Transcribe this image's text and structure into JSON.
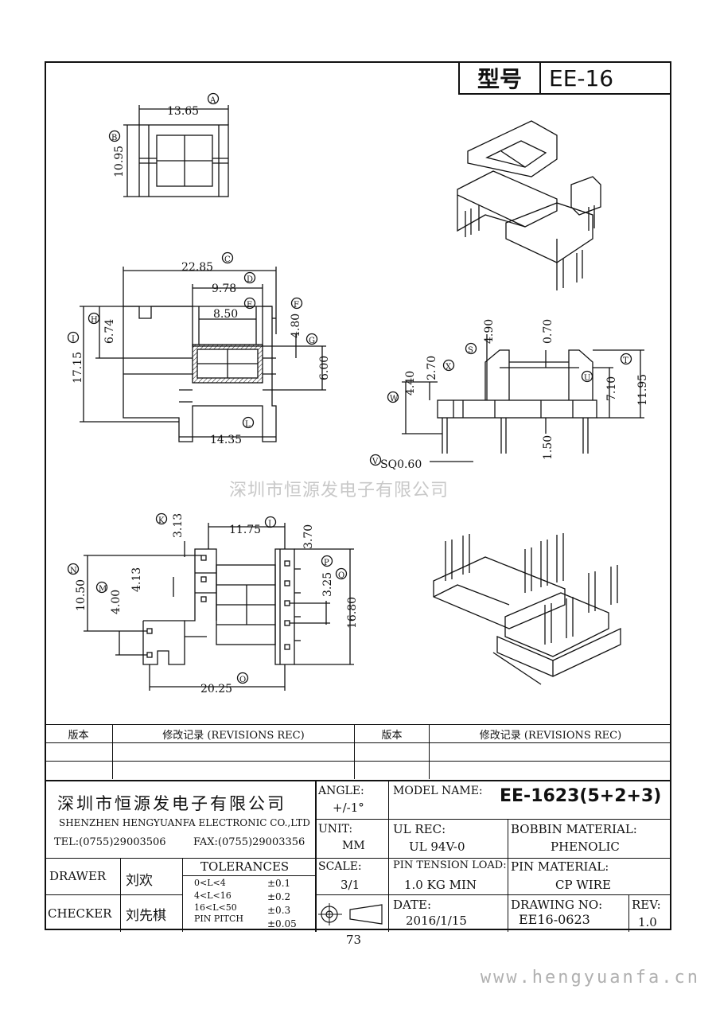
{
  "header": {
    "model_key": "型号",
    "model_value": "EE-16"
  },
  "watermark": "深圳市恒源发电子有限公司",
  "website": "www.hengyuanfa.cn",
  "page_number": "73",
  "dims": {
    "A": "A",
    "B": "B",
    "C": "C",
    "D": "D",
    "E": "E",
    "F": "F",
    "G": "G",
    "H": "H",
    "I": "I",
    "J": "J",
    "K": "K",
    "L": "L",
    "M": "M",
    "N": "N",
    "O": "O",
    "P": "P",
    "Q": "Q",
    "S": "S",
    "T": "T",
    "U": "U",
    "V": "V",
    "W": "W",
    "X": "X",
    "d_13_65": "13.65",
    "d_10_95": "10.95",
    "d_22_85": "22.85",
    "d_9_78": "9.78",
    "d_8_50": "8.50",
    "d_4_80": "4.80",
    "d_6_74": "6.74",
    "d_17_15": "17.15",
    "d_6_00": "6.00",
    "d_14_35": "14.35",
    "d_4_40": "4.40",
    "d_2_70": "2.70",
    "d_4_90": "4.90",
    "d_0_70": "0.70",
    "d_7_10": "7.10",
    "d_11_95": "11.95",
    "d_1_50": "1.50",
    "d_sq": "SQ0.60",
    "d_3_13": "3.13",
    "d_11_75": "11.75",
    "d_3_70": "3.70",
    "d_4_13": "4.13",
    "d_10_50": "10.50",
    "d_4_00": "4.00",
    "d_3_25": "3.25",
    "d_16_80": "16.80",
    "d_20_25": "20.25"
  },
  "revisions": {
    "col_version": "版本",
    "col_record": "修改记录 (REVISIONS REC)"
  },
  "title_block": {
    "company_cn": "深圳市恒源发电子有限公司",
    "company_en": "SHENZHEN HENGYUANFA ELECTRONIC CO.,LTD",
    "tel": "TEL:(0755)29003506",
    "fax": "FAX:(0755)29003356",
    "drawer_label": "DRAWER",
    "drawer_name": "刘欢",
    "checker_label": "CHECKER",
    "checker_name": "刘先棋",
    "tolerances_label": "TOLERANCES",
    "tol_rows": [
      {
        "range": "0<L<4",
        "tol": "±0.1"
      },
      {
        "range": "4<L<16",
        "tol": "±0.2"
      },
      {
        "range": "16<L<50",
        "tol": "±0.3"
      },
      {
        "range": "PIN PITCH",
        "tol": "±0.05"
      }
    ],
    "angle_label": "ANGLE:",
    "angle_value": "+/-1°",
    "unit_label": "UNIT:",
    "unit_value": "MM",
    "scale_label": "SCALE:",
    "scale_value": "3/1",
    "model_name_label": "MODEL NAME:",
    "model_name_value": "EE-1623(5+2+3)",
    "ul_label": "UL REC:",
    "ul_value": "UL 94V-0",
    "bobbin_label": "BOBBIN MATERIAL:",
    "bobbin_value": "PHENOLIC",
    "tension_label": "PIN TENSION LOAD:",
    "tension_value": "1.0 KG MIN",
    "pin_label": "PIN MATERIAL:",
    "pin_value": "CP WIRE",
    "date_label": "DATE:",
    "date_value": "2016/1/15",
    "drawing_label": "DRAWING NO:",
    "drawing_value": "EE16-0623",
    "rev_label": "REV:",
    "rev_value": "1.0"
  }
}
